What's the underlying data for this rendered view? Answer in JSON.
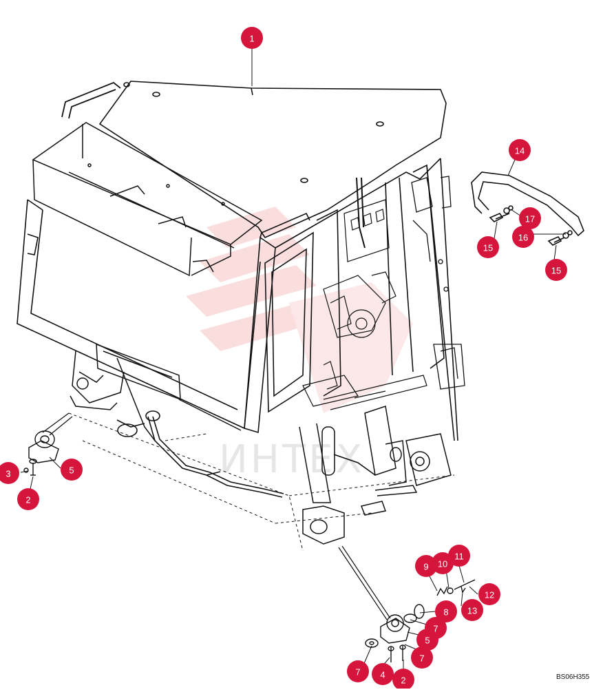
{
  "drawing": {
    "reference_code": "BS06H355",
    "callout_color": "#d6153c",
    "line_color": "#111111",
    "watermark_text": "ИНТЕХ",
    "callouts": [
      {
        "label": "1"
      },
      {
        "label": "14"
      },
      {
        "label": "17"
      },
      {
        "label": "16"
      },
      {
        "label": "15"
      },
      {
        "label": "15"
      },
      {
        "label": "3"
      },
      {
        "label": "5"
      },
      {
        "label": "2"
      },
      {
        "label": "9"
      },
      {
        "label": "10"
      },
      {
        "label": "11"
      },
      {
        "label": "12"
      },
      {
        "label": "13"
      },
      {
        "label": "8"
      },
      {
        "label": "7"
      },
      {
        "label": "5"
      },
      {
        "label": "7"
      },
      {
        "label": "7"
      },
      {
        "label": "4"
      },
      {
        "label": "2"
      }
    ]
  }
}
